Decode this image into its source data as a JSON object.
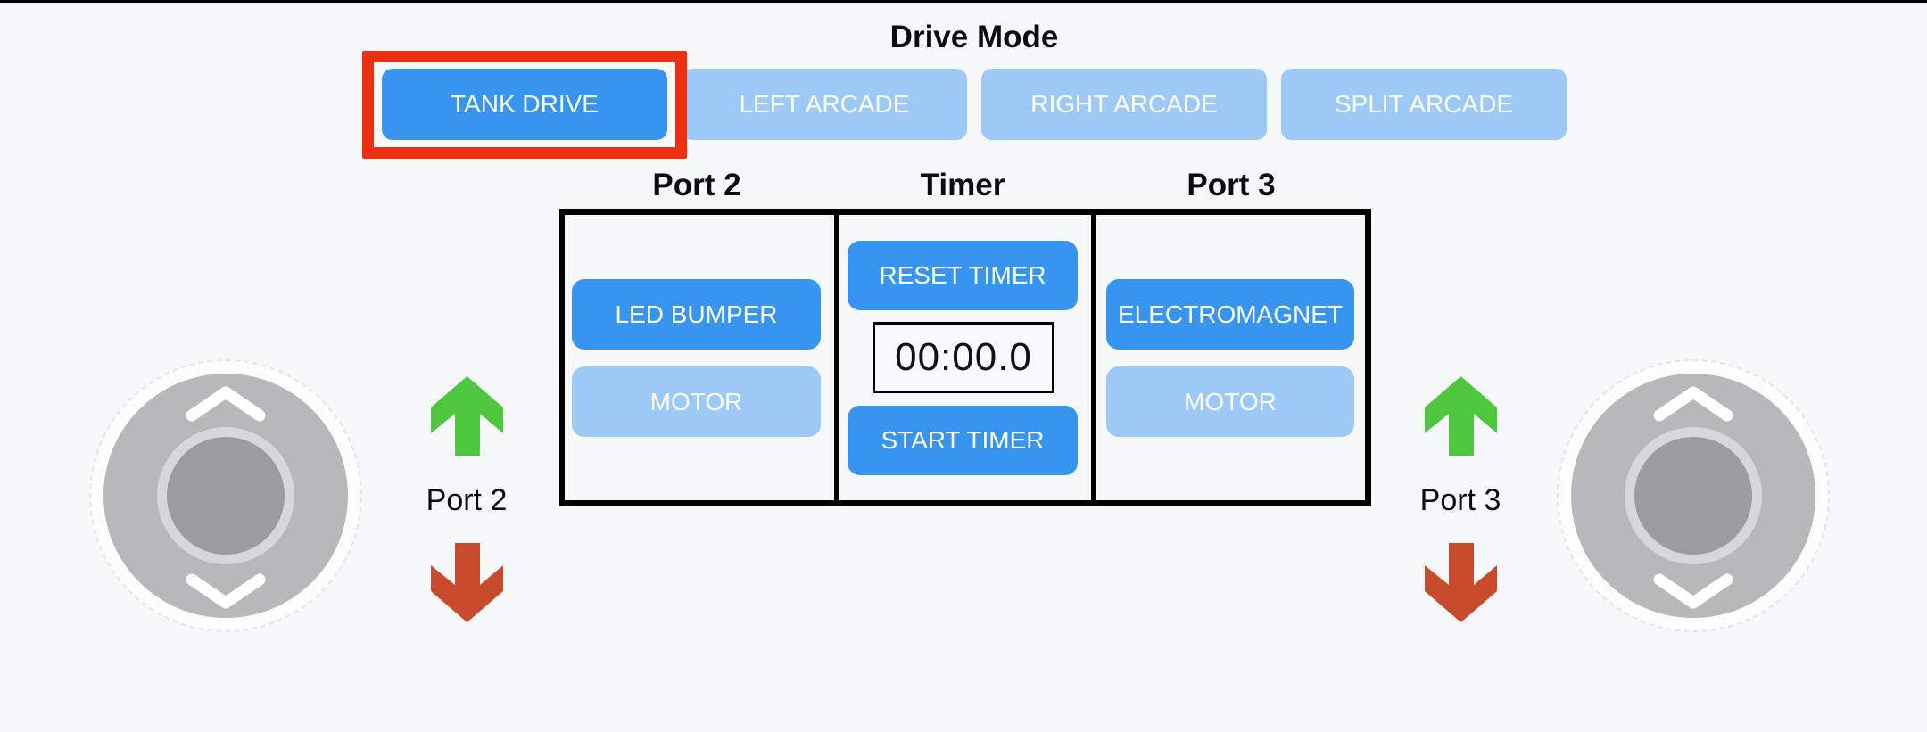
{
  "header": {
    "title": "Drive Mode"
  },
  "drive_modes": {
    "items": [
      {
        "label": "TANK DRIVE",
        "active": true,
        "highlighted": true
      },
      {
        "label": "LEFT ARCADE",
        "active": false,
        "highlighted": false
      },
      {
        "label": "RIGHT ARCADE",
        "active": false,
        "highlighted": false
      },
      {
        "label": "SPLIT ARCADE",
        "active": false,
        "highlighted": false
      }
    ]
  },
  "control_panel": {
    "port2": {
      "header": "Port 2",
      "buttons": [
        {
          "label": "LED BUMPER",
          "active": true
        },
        {
          "label": "MOTOR",
          "active": false
        }
      ]
    },
    "timer": {
      "header": "Timer",
      "reset_label": "RESET TIMER",
      "display_value": "00:00.0",
      "start_label": "START TIMER"
    },
    "port3": {
      "header": "Port 3",
      "buttons": [
        {
          "label": "ELECTROMAGNET",
          "active": true
        },
        {
          "label": "MOTOR",
          "active": false
        }
      ]
    }
  },
  "left_control": {
    "port_label": "Port 2",
    "up_arrow": "green-up-arrow",
    "down_arrow": "red-down-arrow",
    "joystick": "vertical-joystick"
  },
  "right_control": {
    "port_label": "Port 3",
    "up_arrow": "green-up-arrow",
    "down_arrow": "red-down-arrow",
    "joystick": "vertical-joystick"
  },
  "colors": {
    "background": "#f6f7f9",
    "active_button_blue": "#3795f0",
    "inactive_button_blue": "#9dc9f6",
    "highlight_red": "#ee2f12",
    "arrow_green": "#4dc83e",
    "arrow_red": "#c94b2e",
    "table_border_black": "#000000",
    "joystick_body_gray": "#b7b8ba",
    "joystick_knob_gray": "#9b9c9e"
  }
}
